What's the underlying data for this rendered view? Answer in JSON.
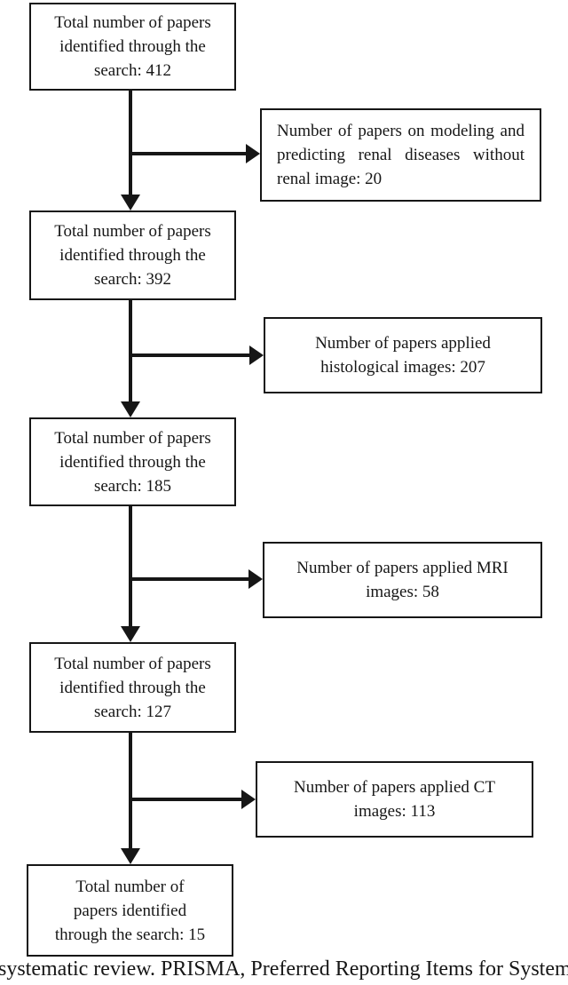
{
  "colors": {
    "ink": "#161616",
    "background": "#ffffff"
  },
  "flowchart": {
    "main_boxes": [
      {
        "lines": [
          "Total number of papers",
          "identified through the",
          "search: 412"
        ]
      },
      {
        "lines": [
          "Total number of papers",
          "identified through the",
          "search: 392"
        ]
      },
      {
        "lines": [
          "Total number of papers",
          "identified through the",
          "search: 185"
        ]
      },
      {
        "lines": [
          "Total number of papers",
          "identified through the",
          "search: 127"
        ]
      },
      {
        "lines": [
          "Total number of",
          "papers identified",
          "through the search: 15"
        ]
      }
    ],
    "side_boxes": [
      {
        "lines": [
          "Number of papers on modeling and",
          "predicting renal diseases without",
          "renal image: 20"
        ]
      },
      {
        "lines": [
          "Number of papers applied",
          "histological images: 207"
        ]
      },
      {
        "lines": [
          "Number of papers applied MRI",
          "images: 58"
        ]
      },
      {
        "lines": [
          "Number of papers applied CT",
          "images: 113"
        ]
      }
    ],
    "caption": "systematic review. PRISMA, Preferred Reporting Items for System"
  }
}
